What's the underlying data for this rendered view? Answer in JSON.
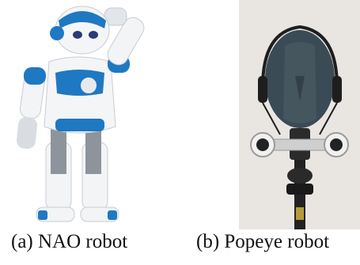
{
  "figure": {
    "panels": [
      {
        "caption": "(a) NAO robot",
        "image": "nao-robot-photo"
      },
      {
        "caption": "(b) Popeye robot",
        "image": "popeye-robot-head-photo"
      }
    ]
  },
  "colors": {
    "nao_blue": "#1f78c2",
    "nao_white": "#f2f4f6",
    "popeye_backdrop": "#e9e6e2",
    "popeye_head": "#3b4b55"
  }
}
